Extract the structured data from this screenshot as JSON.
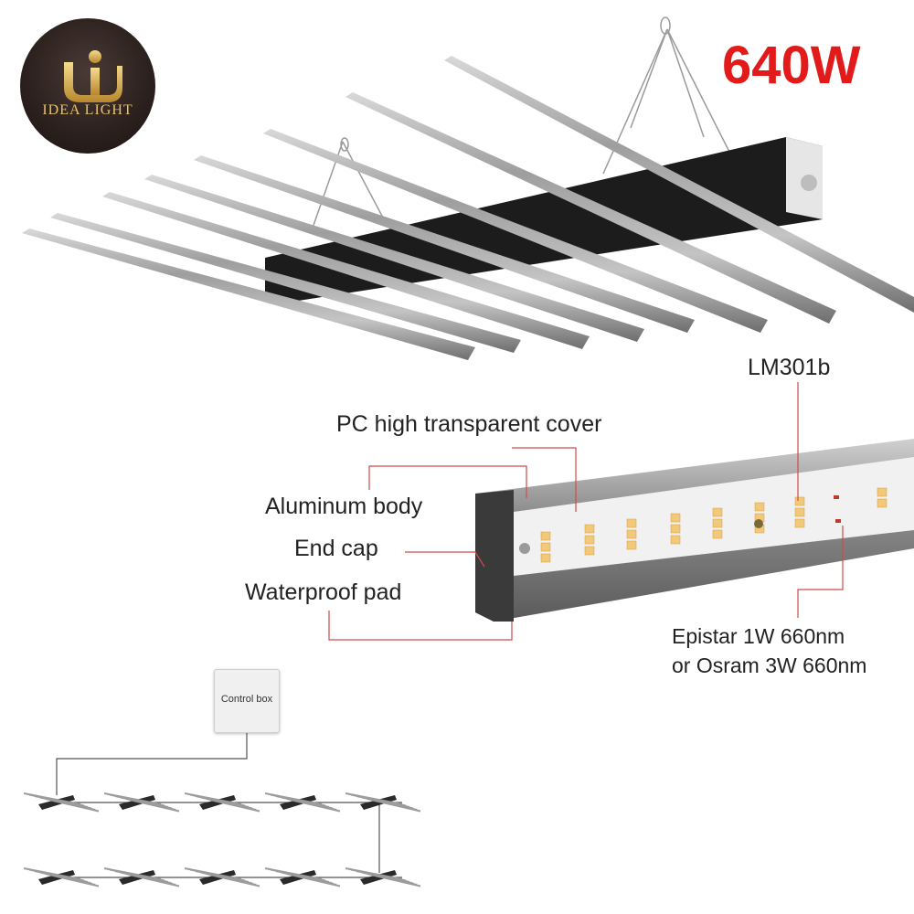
{
  "brand": {
    "logo_text": "IDEA LIGHT",
    "logo_icon": "idea-light-logo"
  },
  "product": {
    "wattage": "640W"
  },
  "callouts": {
    "lm301b": "LM301b",
    "pc_cover": "PC high transparent cover",
    "aluminum_body": "Aluminum body",
    "end_cap": "End cap",
    "waterproof_pad": "Waterproof pad",
    "epistar_line1": "Epistar 1W 660nm",
    "epistar_line2": "or Osram 3W 660nm"
  },
  "wiring": {
    "control_box_label": "Control box",
    "fixture_rows": 2,
    "fixtures_per_row": 5
  },
  "colors": {
    "wattage": "#e21a1a",
    "callout_line": "#d04a4a",
    "logo_gold": "#e8c36a",
    "logo_bg": "#2b201d"
  }
}
